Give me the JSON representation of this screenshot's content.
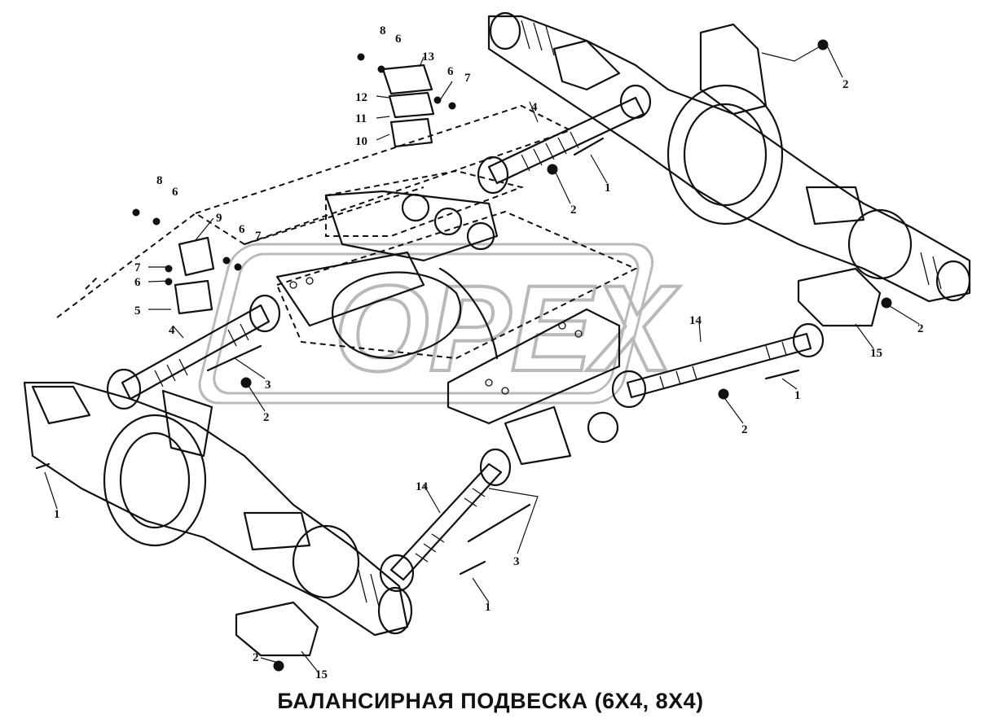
{
  "caption": "БАЛАНСИРНАЯ ПОДВЕСКА (6Х4, 8Х4)",
  "watermark": {
    "text": "OPEX"
  },
  "callouts": [
    {
      "id": "c1",
      "text": "1"
    },
    {
      "id": "c2",
      "text": "1"
    },
    {
      "id": "c3",
      "text": "1"
    },
    {
      "id": "c4",
      "text": "1"
    },
    {
      "id": "c5",
      "text": "2"
    },
    {
      "id": "c6",
      "text": "2"
    },
    {
      "id": "c7",
      "text": "2"
    },
    {
      "id": "c8",
      "text": "2"
    },
    {
      "id": "c9",
      "text": "2"
    },
    {
      "id": "c10",
      "text": "2"
    },
    {
      "id": "c11",
      "text": "3"
    },
    {
      "id": "c12",
      "text": "3"
    },
    {
      "id": "c13",
      "text": "4"
    },
    {
      "id": "c14",
      "text": "4"
    },
    {
      "id": "c15",
      "text": "5"
    },
    {
      "id": "c16",
      "text": "6"
    },
    {
      "id": "c17",
      "text": "6"
    },
    {
      "id": "c18",
      "text": "6"
    },
    {
      "id": "c19",
      "text": "6"
    },
    {
      "id": "c20",
      "text": "6"
    },
    {
      "id": "c21",
      "text": "7"
    },
    {
      "id": "c22",
      "text": "7"
    },
    {
      "id": "c23",
      "text": "7"
    },
    {
      "id": "c24",
      "text": "8"
    },
    {
      "id": "c25",
      "text": "8"
    },
    {
      "id": "c26",
      "text": "9"
    },
    {
      "id": "c27",
      "text": "10"
    },
    {
      "id": "c28",
      "text": "11"
    },
    {
      "id": "c29",
      "text": "12"
    },
    {
      "id": "c30",
      "text": "13"
    },
    {
      "id": "c31",
      "text": "14"
    },
    {
      "id": "c32",
      "text": "14"
    },
    {
      "id": "c33",
      "text": "15"
    },
    {
      "id": "c34",
      "text": "15"
    }
  ]
}
